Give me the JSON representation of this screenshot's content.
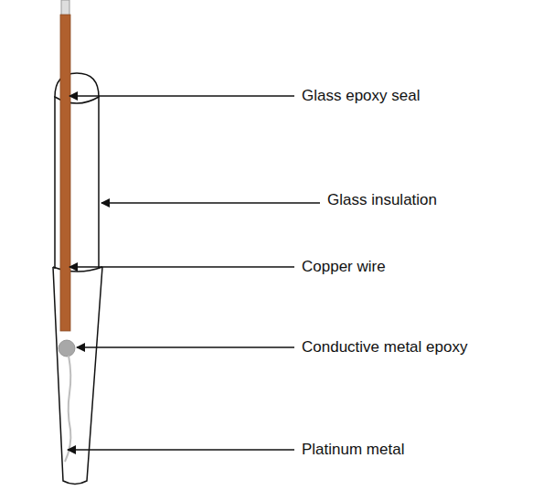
{
  "diagram": {
    "labels": [
      "Glass epoxy seal",
      "Glass insulation",
      "Copper wire",
      "Conductive metal epoxy",
      "Platinum metal"
    ]
  }
}
